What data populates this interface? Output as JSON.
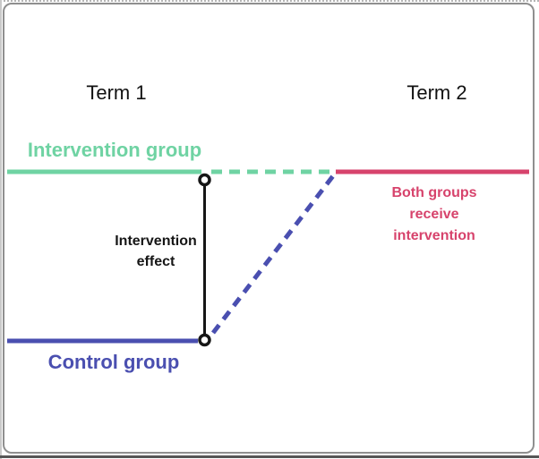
{
  "labels": {
    "term1": "Term 1",
    "term2": "Term 2",
    "intervention_group": "Intervention group",
    "control_group": "Control group",
    "intervention_effect": "Intervention\neffect",
    "both_groups": "Both groups\nreceive\nintervention"
  },
  "colors": {
    "green": "#6fd3a3",
    "blue": "#4a4fb0",
    "pink": "#d7436c",
    "black": "#161616",
    "panel_border": "#8f8f8f"
  }
}
